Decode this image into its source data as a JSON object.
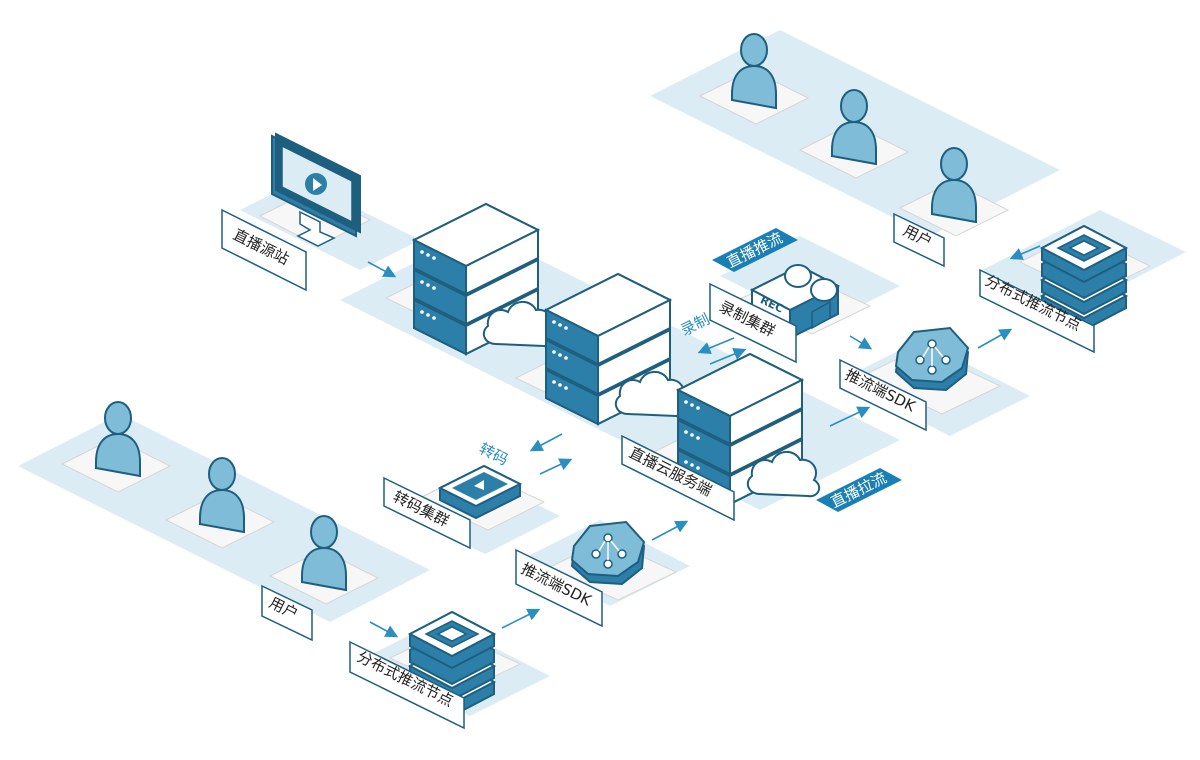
{
  "labels": {
    "source": "直播源站",
    "cloud_server": "直播云服务端",
    "recording_cluster": "录制集群",
    "transcoding_cluster": "转码集群",
    "sdk_left": "推流端SDK",
    "sdk_right": "推流端SDK",
    "node_left": "分布式推流节点",
    "node_right": "分布式推流节点",
    "user_left": "用户",
    "user_right": "用户"
  },
  "tags": {
    "live_push": "直播推流",
    "live_pull": "直播拉流"
  },
  "annotations": {
    "record": "录制",
    "transcode": "转码"
  },
  "icons": {
    "rec_text": "REC"
  },
  "colors": {
    "platform": "#dcecf5",
    "tile": "#f6f6f6",
    "accent": "#1a7fb4",
    "dark": "#1e5f80",
    "light": "#e8f3f9"
  }
}
